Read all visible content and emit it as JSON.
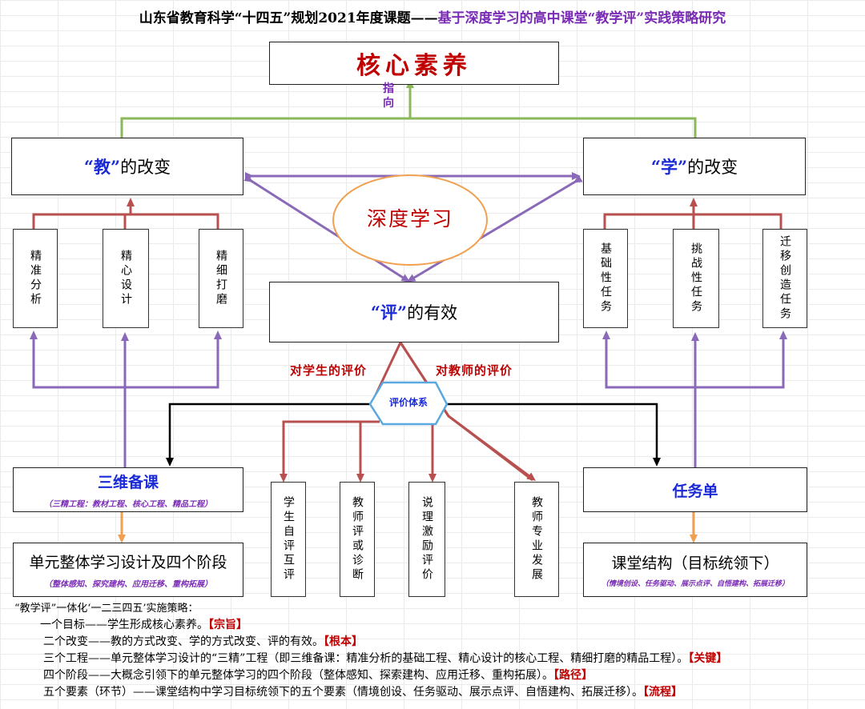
{
  "title": {
    "main": "山东省教育科学“十四五”规划2021年度课题——",
    "highlight": "基于深度学习的高中课堂“教学评”实践策略研究"
  },
  "core": "核心素养",
  "pointing": "指向",
  "teach": {
    "q": "“教”",
    "rest": "的改变"
  },
  "learn": {
    "q": "“学”",
    "rest": "的改变"
  },
  "deep": "深度学习",
  "evaluate": {
    "q": "“评”",
    "rest": "的有效"
  },
  "eval_system": "评价体系",
  "eval_students": "对学生的评价",
  "eval_teachers": "对教师的评价",
  "teach_items": [
    "精准分析",
    "精心设计",
    "精细打磨"
  ],
  "learn_items": [
    "基础性任务",
    "挑战性任务",
    "迁移创造任务"
  ],
  "eval_items": [
    "学生自评互评",
    "教师评或诊断",
    "说理激励评价",
    "教师专业发展"
  ],
  "prep": {
    "title": "三维备课",
    "sub": "（三精工程：教材工程、核心工程、精品工程）"
  },
  "task": {
    "title": "任务单"
  },
  "unit": {
    "title": "单元整体学习设计及四个阶段",
    "sub": "（整体感知、探究建构、应用迁移、重构拓展）"
  },
  "structure": {
    "title": "课堂结构（目标统领下）",
    "sub": "（情境创设、任务驱动、展示点评、自悟建构、拓展迁移）"
  },
  "notes": {
    "heading": "“教学评”一体化‘一二三四五’实施策略：",
    "lines": [
      {
        "text": "一个目标——学生形成核心素养。",
        "tag": "【宗旨】"
      },
      {
        "text": "二个改变——教的方式改变、学的方式改变、评的有效。",
        "tag": "【根本】"
      },
      {
        "text": "三个工程——单元整体学习设计的“三精”工程（即三维备课：精准分析的基础工程、精心设计的核心工程、精细打磨的精品工程）。",
        "tag": "【关键】"
      },
      {
        "text": "四个阶段——大概念引领下的单元整体学习的四个阶段（整体感知、探索建构、应用迁移、重构拓展）。",
        "tag": "【路径】"
      },
      {
        "text": "五个要素（环节）——课堂结构中学习目标统领下的五个要素（情境创设、任务驱动、展示点评、自悟建构、拓展迁移）。",
        "tag": "【流程】"
      }
    ]
  },
  "colors": {
    "green": "#8ab85a",
    "purple": "#8a6ab8",
    "red": "#b85050",
    "orange": "#f0a050",
    "black": "#000000",
    "blue": "#1a2ad6",
    "darkred": "#c00000"
  }
}
